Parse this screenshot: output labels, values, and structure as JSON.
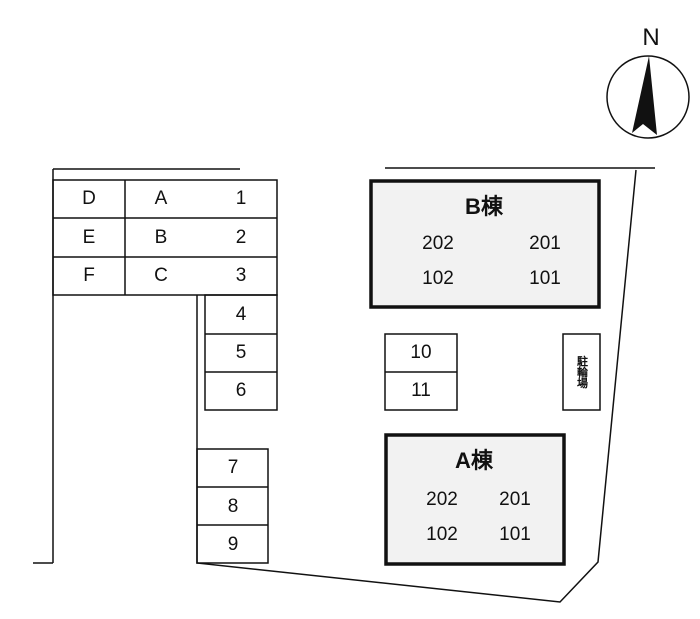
{
  "compass": {
    "label": "N"
  },
  "parking_left": [
    [
      "D",
      "A",
      "1"
    ],
    [
      "E",
      "B",
      "2"
    ],
    [
      "F",
      "C",
      "3"
    ]
  ],
  "parking_column": [
    "4",
    "5",
    "6"
  ],
  "parking_lower": [
    "7",
    "8",
    "9"
  ],
  "parking_center": [
    "10",
    "11"
  ],
  "building_b": {
    "title": "B棟",
    "units": [
      "202",
      "201",
      "102",
      "101"
    ]
  },
  "building_a": {
    "title": "A棟",
    "units": [
      "202",
      "201",
      "102",
      "101"
    ]
  },
  "bicycle_parking": {
    "label": "駐輪場"
  },
  "colors": {
    "building_fill": "#f2f2f2",
    "line": "#111111"
  }
}
